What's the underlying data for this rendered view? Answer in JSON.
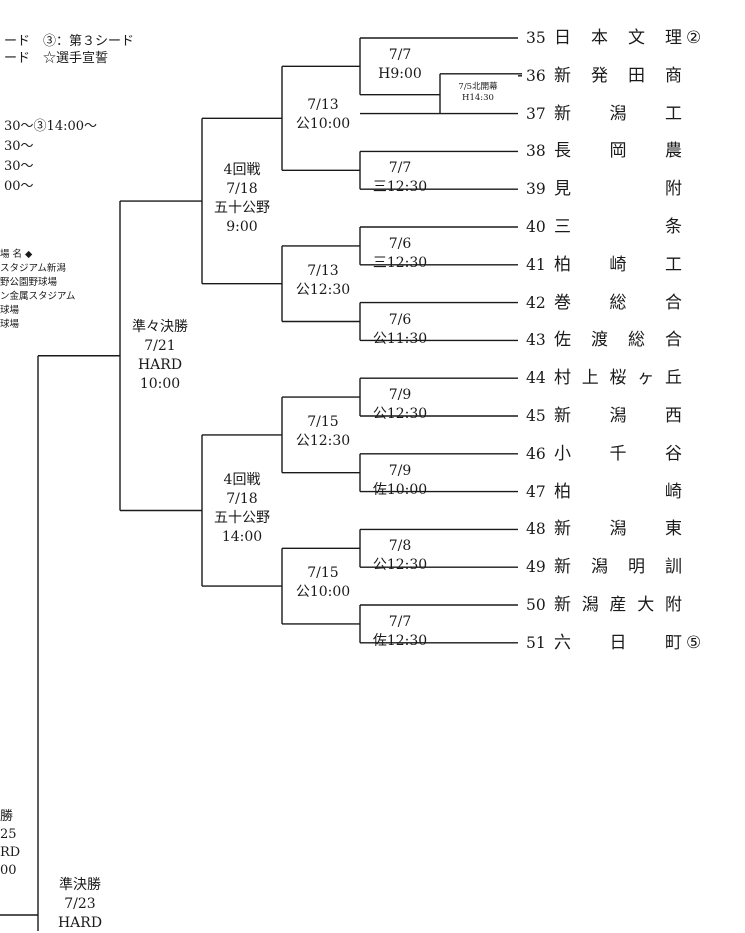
{
  "legend": {
    "line1": "ード　③：第３シード",
    "line2": "ード　☆選手宣誓"
  },
  "times": [
    "30〜③14:00〜",
    "30〜",
    "30〜",
    "00〜"
  ],
  "venues": {
    "header": "場 名 ◆",
    "items": [
      "スタジアム新潟",
      "野公園野球場",
      "ン金属スタジアム",
      "球場",
      "球場"
    ]
  },
  "teams": [
    {
      "num": "35",
      "name": "日本文理",
      "seed": "②"
    },
    {
      "num": "36",
      "name": "新発田商",
      "seed": ""
    },
    {
      "num": "37",
      "name": "新潟工",
      "seed": ""
    },
    {
      "num": "38",
      "name": "長岡農",
      "seed": ""
    },
    {
      "num": "39",
      "name": "見附",
      "seed": ""
    },
    {
      "num": "40",
      "name": "三条",
      "seed": ""
    },
    {
      "num": "41",
      "name": "柏崎工",
      "seed": ""
    },
    {
      "num": "42",
      "name": "巻総合",
      "seed": ""
    },
    {
      "num": "43",
      "name": "佐渡総合",
      "seed": ""
    },
    {
      "num": "44",
      "name": "村上桜ヶ丘",
      "seed": ""
    },
    {
      "num": "45",
      "name": "新潟西",
      "seed": ""
    },
    {
      "num": "46",
      "name": "小千谷",
      "seed": ""
    },
    {
      "num": "47",
      "name": "柏崎",
      "seed": ""
    },
    {
      "num": "48",
      "name": "新潟東",
      "seed": ""
    },
    {
      "num": "49",
      "name": "新潟明訓",
      "seed": ""
    },
    {
      "num": "50",
      "name": "新潟産大附",
      "seed": ""
    },
    {
      "num": "51",
      "name": "六日町",
      "seed": "⑤"
    }
  ],
  "labels": {
    "pre_first": {
      "date": "7/5北開幕",
      "time": "H14:30"
    },
    "r1": [
      {
        "date": "7/7",
        "time": "H9:00"
      },
      {
        "date": "7/7",
        "time": "三12:30"
      },
      {
        "date": "7/6",
        "time": "三12:30"
      },
      {
        "date": "7/6",
        "time": "公11:30"
      },
      {
        "date": "7/9",
        "time": "公12:30"
      },
      {
        "date": "7/9",
        "time": "佐10:00"
      },
      {
        "date": "7/8",
        "time": "公12:30"
      },
      {
        "date": "7/7",
        "time": "佐12:30"
      }
    ],
    "r2": [
      {
        "date": "7/13",
        "time": "公10:00"
      },
      {
        "date": "7/13",
        "time": "公12:30"
      },
      {
        "date": "7/15",
        "time": "公12:30"
      },
      {
        "date": "7/15",
        "time": "公10:00"
      }
    ],
    "r3": [
      {
        "round": "4回戦",
        "date": "7/18",
        "venue": "五十公野",
        "time": "9:00"
      },
      {
        "round": "4回戦",
        "date": "7/18",
        "venue": "五十公野",
        "time": "14:00"
      }
    ],
    "qf": {
      "round": "準々決勝",
      "date": "7/21",
      "venue": "HARD",
      "time": "10:00"
    },
    "sf": {
      "round": "準決勝",
      "date": "7/23",
      "venue": "HARD"
    },
    "left_fragment": [
      "勝",
      "25",
      "RD",
      "00"
    ]
  }
}
